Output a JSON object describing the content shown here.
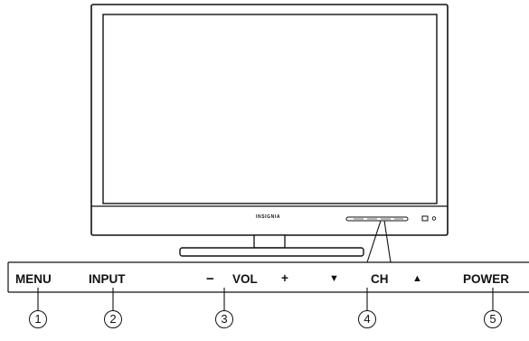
{
  "brand": "INSIGNIA",
  "buttons": {
    "menu": "MENU",
    "input": "INPUT",
    "vol_minus": "−",
    "vol": "VOL",
    "vol_plus": "+",
    "ch_down": "▼",
    "ch": "CH",
    "ch_up": "▲",
    "power": "POWER"
  },
  "callouts": [
    "1",
    "2",
    "3",
    "4",
    "5"
  ]
}
